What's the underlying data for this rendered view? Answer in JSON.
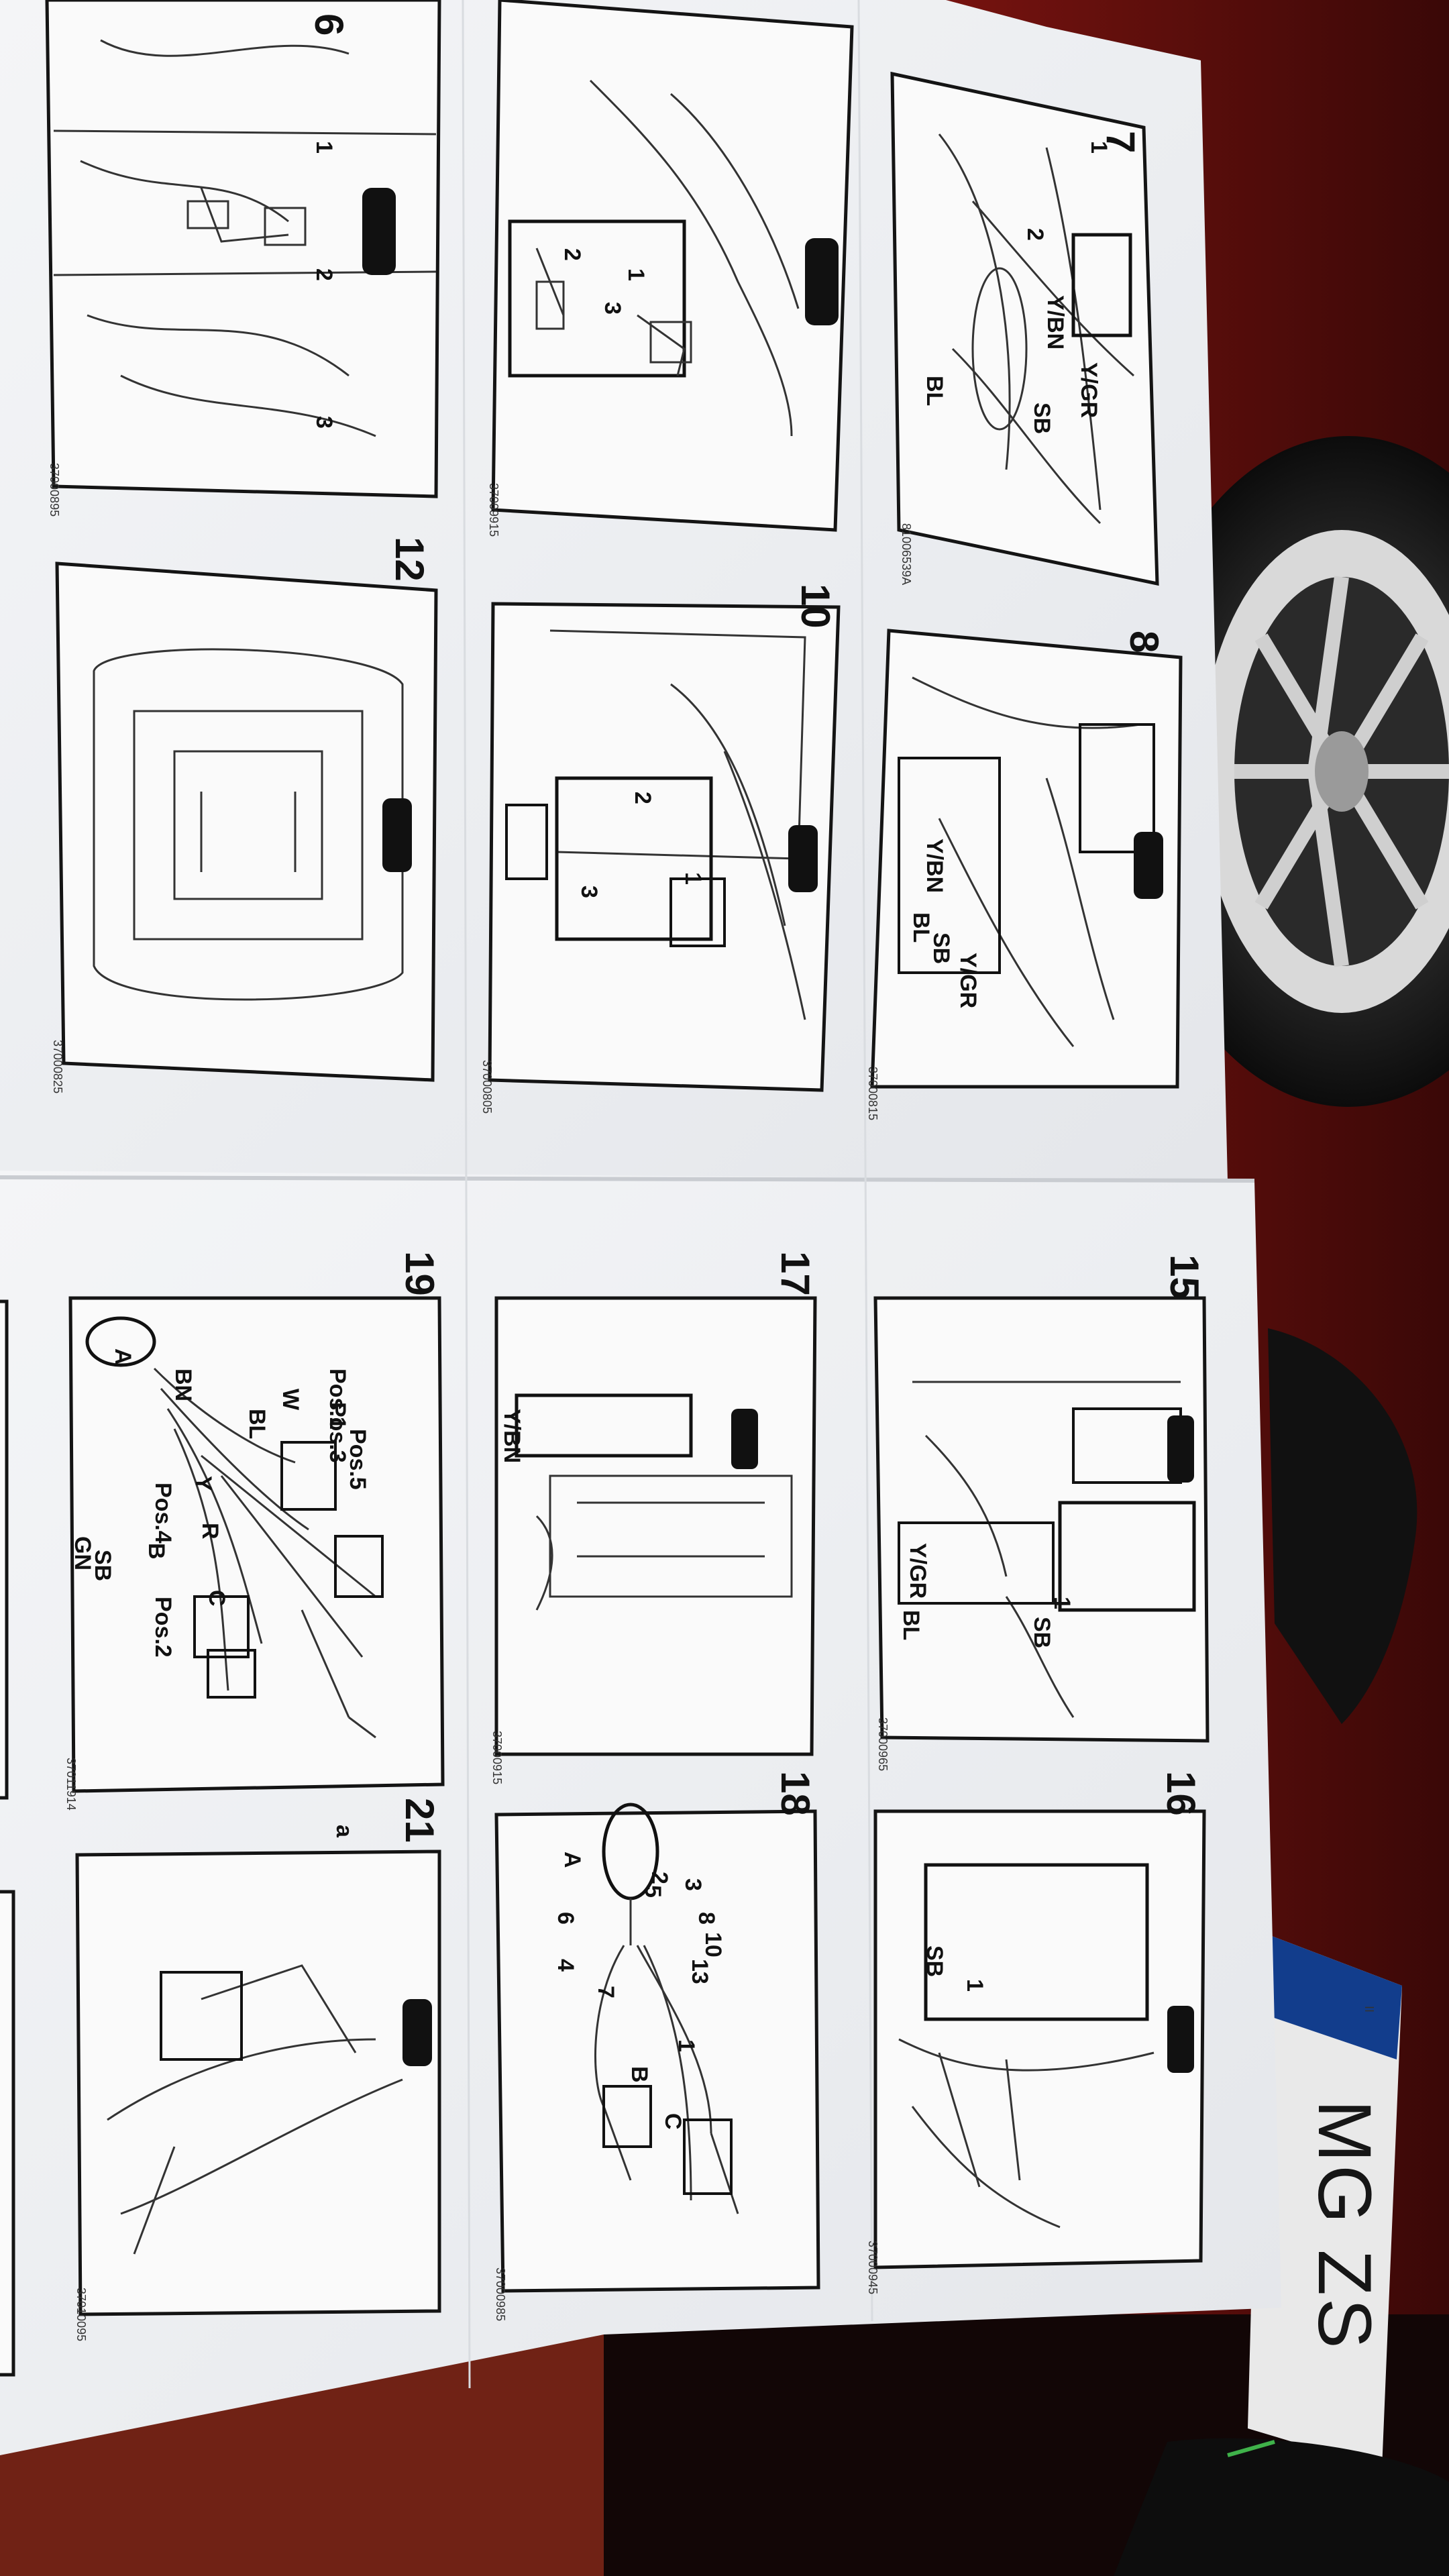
{
  "photo": {
    "license_plate_text": "MG ZS",
    "license_plate_strip_text": "II",
    "colors": {
      "car_red": "#8e1612",
      "car_dark": "#1a0a08",
      "tyre": "#141414",
      "rim": "#c9c9c9",
      "paper": "#f1f2f4",
      "paper_shade": "#e3e5e8",
      "ink": "#111111",
      "plate_white": "#eeeeee",
      "plate_eu_blue": "#123d8c"
    }
  },
  "sheet": {
    "panels": [
      {
        "id": "6",
        "number": "6",
        "doc_code": "37000895",
        "labels": [
          "1",
          "2",
          "3"
        ]
      },
      {
        "id": "7",
        "number": "7",
        "doc_code": "81006539A",
        "labels": [
          "1",
          "2",
          "Y/BN",
          "Y/GR",
          "SB",
          "BL"
        ]
      },
      {
        "id": "9",
        "number": "",
        "doc_code": "37009915",
        "labels": [
          "1",
          "3",
          "2"
        ]
      },
      {
        "id": "8",
        "number": "8",
        "doc_code": "37000815",
        "labels": [
          "Y/BN",
          "BL",
          "SB",
          "Y/GR"
        ]
      },
      {
        "id": "10",
        "number": "10",
        "doc_code": "37000805",
        "labels": [
          "1",
          "2",
          "3"
        ]
      },
      {
        "id": "12",
        "number": "12",
        "doc_code": "37000825",
        "labels": []
      },
      {
        "id": "15",
        "number": "15",
        "doc_code": "37000965",
        "labels": [
          "Y/GR",
          "BL",
          "SB",
          "1"
        ]
      },
      {
        "id": "16",
        "number": "16",
        "doc_code": "37000945",
        "labels": [
          "SB",
          "1"
        ]
      },
      {
        "id": "17",
        "number": "17",
        "doc_code": "37000915",
        "labels": [
          "Y/BN"
        ]
      },
      {
        "id": "18",
        "number": "18",
        "doc_code": "37000985",
        "labels": [
          "A",
          "B",
          "C",
          "5",
          "2",
          "3",
          "8",
          "10",
          "13",
          "1",
          "6",
          "4",
          "7"
        ]
      },
      {
        "id": "19",
        "number": "19",
        "doc_code": "37011914",
        "labels": [
          "A",
          "B",
          "C",
          "BN",
          "BL",
          "W",
          "Y",
          "R",
          "GN",
          "SB",
          "Pos.1",
          "Pos.2",
          "Pos.3",
          "Pos.4",
          "Pos.5"
        ]
      },
      {
        "id": "21",
        "number": "21",
        "doc_code": "37010095",
        "labels": [
          "a"
        ]
      }
    ]
  }
}
